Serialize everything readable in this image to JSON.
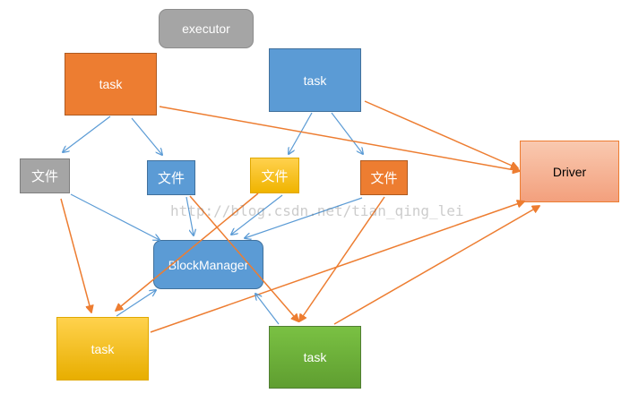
{
  "nodes": {
    "executor": "executor",
    "task_orange": "task",
    "task_blue": "task",
    "file_gray": "文件",
    "file_blue": "文件",
    "file_yellow": "文件",
    "file_orange": "文件",
    "driver": "Driver",
    "block_manager": "BlockManager",
    "task_yellow": "task",
    "task_green": "task"
  },
  "watermark": "http://blog.csdn.net/tian_qing_lei",
  "colors": {
    "blue_edge": "#5b9bd5",
    "orange_edge": "#ed7d31"
  },
  "edges": [
    {
      "from": "task_orange",
      "to": "file_gray",
      "color": "blue"
    },
    {
      "from": "task_orange",
      "to": "file_blue",
      "color": "blue"
    },
    {
      "from": "task_blue",
      "to": "file_yellow",
      "color": "blue"
    },
    {
      "from": "task_blue",
      "to": "file_orange",
      "color": "blue"
    },
    {
      "from": "task_orange",
      "to": "driver",
      "color": "orange"
    },
    {
      "from": "task_blue",
      "to": "driver",
      "color": "orange"
    },
    {
      "from": "file_gray",
      "to": "block_manager",
      "color": "blue"
    },
    {
      "from": "file_blue",
      "to": "block_manager",
      "color": "blue"
    },
    {
      "from": "file_yellow",
      "to": "block_manager",
      "color": "blue"
    },
    {
      "from": "file_orange",
      "to": "block_manager",
      "color": "blue"
    },
    {
      "from": "file_gray",
      "to": "task_yellow",
      "color": "orange"
    },
    {
      "from": "file_blue",
      "to": "task_green",
      "color": "orange"
    },
    {
      "from": "file_yellow",
      "to": "task_yellow",
      "color": "orange"
    },
    {
      "from": "file_orange",
      "to": "task_green",
      "color": "orange"
    },
    {
      "from": "task_yellow",
      "to": "block_manager",
      "color": "blue"
    },
    {
      "from": "task_yellow",
      "to": "driver",
      "color": "orange"
    },
    {
      "from": "task_green",
      "to": "block_manager",
      "color": "blue"
    },
    {
      "from": "task_green",
      "to": "driver",
      "color": "orange"
    }
  ]
}
